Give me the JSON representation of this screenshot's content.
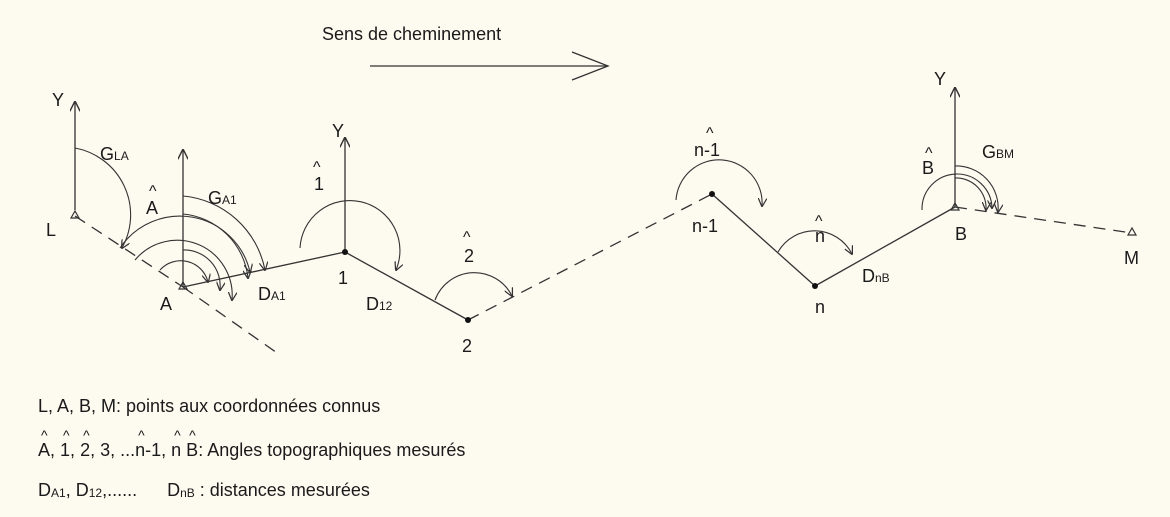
{
  "direction_label": "Sens de cheminement",
  "points": {
    "L": "L",
    "A": "A",
    "p1": "1",
    "p2": "2",
    "pn1": "n-1",
    "pn": "n",
    "B": "B",
    "M": "M"
  },
  "axis_label": "Y",
  "bearings": {
    "LA": [
      "G",
      "LA"
    ],
    "A1": [
      "G",
      "A1"
    ],
    "BM": [
      "G",
      "BM"
    ]
  },
  "angles": {
    "A": "A",
    "p1": "1",
    "p2": "2",
    "pn1": "n-1",
    "pn": "n",
    "B": "B"
  },
  "distances": {
    "A1": [
      "D",
      "A1"
    ],
    "d12": [
      "D",
      "12"
    ],
    "nB": [
      "D",
      "nB"
    ]
  },
  "legend": {
    "line1": "L, A, B, M: points aux coordonnées connus",
    "line2": {
      "A": "A",
      "sep1": ", ",
      "p1": "1",
      "sep2": ", ",
      "p2": "2",
      "rest": ", 3, ...",
      "pn1": "n-1",
      "sep3": ", ",
      "pn": "n",
      "sep4": "  ",
      "B": "B",
      "tail": ": Angles topographiques mesurés"
    },
    "line3": {
      "d1": "D",
      "d1s": "A1",
      "sep": ", ",
      "d2": "D",
      "d2s": "12",
      "dots": ",......      ",
      "d3": "D",
      "d3s": "nB",
      "tail": " : distances mesurées"
    }
  },
  "colors": {
    "background": "#fdfaf0",
    "ink": "#1a1a1a"
  }
}
